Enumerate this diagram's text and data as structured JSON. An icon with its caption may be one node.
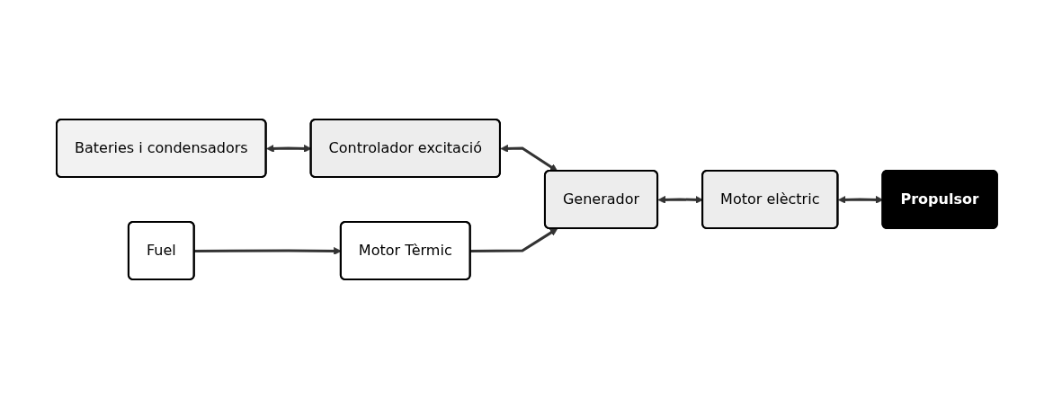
{
  "diagram": {
    "nodes": [
      {
        "text": [
          "Bateries i condensadors"
        ]
      },
      {
        "text": [
          "Controlador excitació"
        ]
      },
      {
        "text": [
          "Fuel"
        ]
      },
      {
        "text": [
          "Motor Tèrmic"
        ]
      },
      {
        "text": [
          "Generador"
        ]
      },
      {
        "text": [
          "Motor elèctric"
        ]
      },
      {
        "text": [
          "Propulsor"
        ]
      }
    ],
    "edges": [
      {
        "from": 0,
        "to": 1,
        "arrow": "both"
      },
      {
        "from": 1,
        "to": 4,
        "arrow": "both"
      },
      {
        "from": 2,
        "to": 3,
        "arrow": "to"
      },
      {
        "from": 3,
        "to": 4,
        "arrow": "to"
      },
      {
        "from": 4,
        "to": 5,
        "arrow": "both"
      },
      {
        "from": 5,
        "to": 6,
        "arrow": "both"
      }
    ]
  }
}
